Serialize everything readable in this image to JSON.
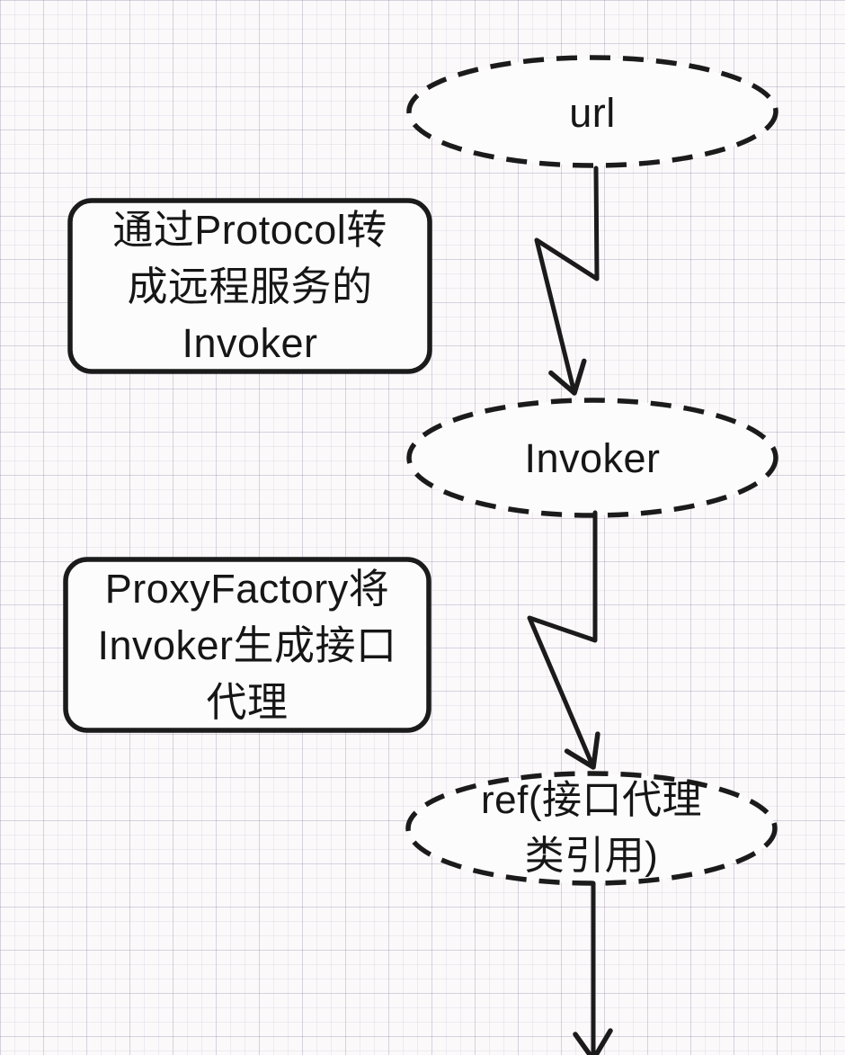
{
  "diagram": {
    "colors": {
      "ink": "#1b1b1b",
      "paper": "#fbf9fa",
      "grid_line": "#cdc7d4",
      "shape_fill": "#fdfcfd"
    },
    "nodes": {
      "url": {
        "label": "url",
        "shape": "dashed-ellipse"
      },
      "invoker": {
        "label": "Invoker",
        "shape": "dashed-ellipse"
      },
      "ref": {
        "label": "ref(接口代理\n类引用)",
        "shape": "dashed-ellipse"
      }
    },
    "notes": {
      "protocol": {
        "label": "通过Protocol转\n成远程服务的\nInvoker",
        "shape": "rounded-rect"
      },
      "proxy_factory": {
        "label": "ProxyFactory将\nInvoker生成接口\n代理",
        "shape": "rounded-rect"
      }
    },
    "edges": [
      {
        "from": "url",
        "to": "invoker",
        "style": "zigzag-arrow"
      },
      {
        "from": "invoker",
        "to": "ref",
        "style": "zigzag-arrow"
      },
      {
        "from": "ref",
        "to": "offscreen-bottom",
        "style": "straight-arrow"
      }
    ]
  }
}
